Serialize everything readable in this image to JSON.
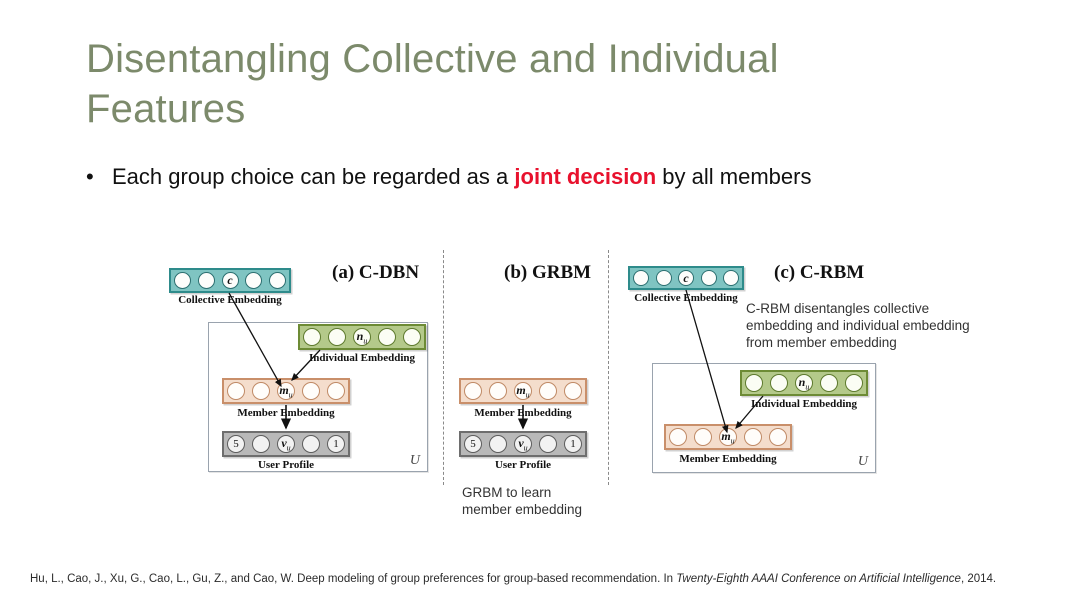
{
  "slide": {
    "title": "Disentangling Collective and Individual Features",
    "bullet_marker": "•",
    "bullet_text_before": "Each group choice can be regarded as a ",
    "bullet_highlight": "joint decision",
    "bullet_text_after": " by all members",
    "highlight_color": "#e8112d",
    "title_color": "#7c8a6b"
  },
  "figure": {
    "panels": [
      {
        "id": "a",
        "title": "(a) C-DBN",
        "u_label": "U",
        "bars": [
          {
            "name": "collective-embedding",
            "style": "teal",
            "caption": "Collective Embedding",
            "nodes": [
              "",
              "",
              "c",
              "",
              ""
            ],
            "highlight_index": 2
          },
          {
            "name": "individual-embedding",
            "style": "olive",
            "caption": "Individual Embedding",
            "nodes": [
              "",
              "",
              "n_u",
              "",
              ""
            ],
            "highlight_index": 2
          },
          {
            "name": "member-embedding",
            "style": "peach",
            "caption": "Member Embedding",
            "nodes": [
              "",
              "",
              "m_u",
              "",
              ""
            ],
            "highlight_index": 2
          },
          {
            "name": "user-profile",
            "style": "grey",
            "caption": "User Profile",
            "nodes": [
              "5",
              "",
              "v_u",
              "",
              "1"
            ],
            "highlight_index": 2
          }
        ]
      },
      {
        "id": "b",
        "title": "(b) GRBM",
        "note": "GRBM to learn\nmember embedding",
        "bars": [
          {
            "name": "member-embedding",
            "style": "peach",
            "caption": "Member Embedding",
            "nodes": [
              "",
              "",
              "m_u",
              "",
              ""
            ],
            "highlight_index": 2
          },
          {
            "name": "user-profile",
            "style": "grey",
            "caption": "User Profile",
            "nodes": [
              "5",
              "",
              "v_u",
              "",
              "1"
            ],
            "highlight_index": 2
          }
        ]
      },
      {
        "id": "c",
        "title": "(c)  C-RBM",
        "u_label": "U",
        "note": "C-RBM disentangles collective\nembedding and individual embedding\nfrom member embedding",
        "bars": [
          {
            "name": "collective-embedding",
            "style": "teal",
            "caption": "Collective Embedding",
            "nodes": [
              "",
              "",
              "c",
              "",
              ""
            ],
            "highlight_index": 2
          },
          {
            "name": "individual-embedding",
            "style": "olive",
            "caption": "Individual Embedding",
            "nodes": [
              "",
              "",
              "n_u",
              "",
              ""
            ],
            "highlight_index": 2
          },
          {
            "name": "member-embedding",
            "style": "peach",
            "caption": "Member Embedding",
            "nodes": [
              "",
              "",
              "m_u",
              "",
              ""
            ],
            "highlight_index": 2
          }
        ]
      }
    ]
  },
  "footer": {
    "part1": "Hu, L., Cao, J., Xu, G., Cao, L., Gu, Z., and Cao, W. Deep modeling of group preferences for group-based recommendation. In ",
    "italic": "Twenty-Eighth AAAI Conference on Artificial Intelligence",
    "part2": ", 2014."
  }
}
